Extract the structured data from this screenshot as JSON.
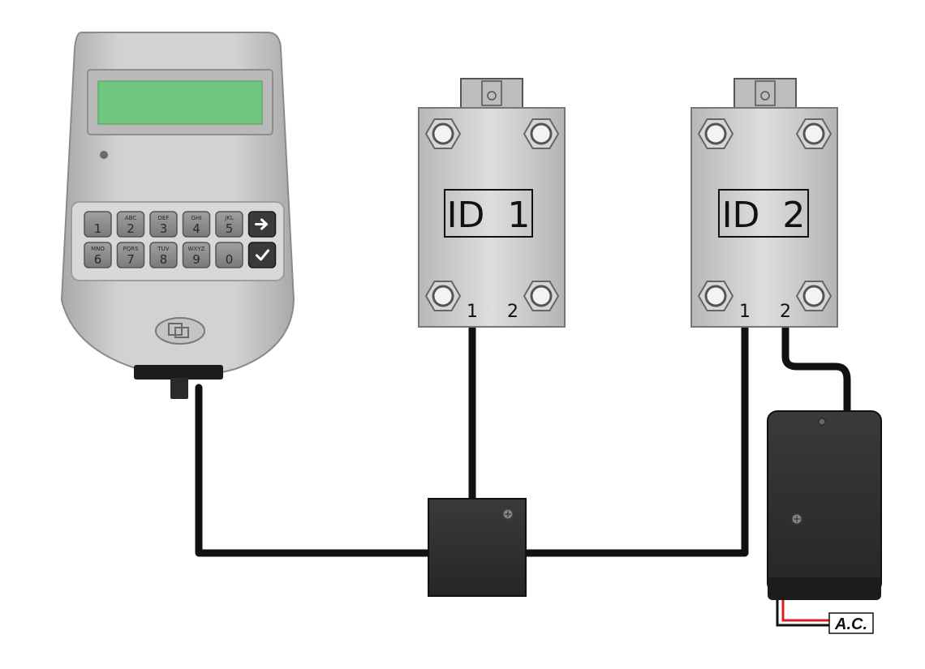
{
  "locks": [
    {
      "label": "ID  1",
      "terminals": [
        "1",
        "2"
      ]
    },
    {
      "label": "ID  2",
      "terminals": [
        "1",
        "2"
      ]
    }
  ],
  "power_label": "A.C.",
  "keypad": {
    "keys": [
      {
        "main": "1",
        "sub": ""
      },
      {
        "main": "2",
        "sub": "ABC"
      },
      {
        "main": "3",
        "sub": "DEF"
      },
      {
        "main": "4",
        "sub": "GHI"
      },
      {
        "main": "5",
        "sub": "JKL"
      },
      {
        "main": "6",
        "sub": "MNO"
      },
      {
        "main": "7",
        "sub": "PQRS"
      },
      {
        "main": "8",
        "sub": "TUV"
      },
      {
        "main": "9",
        "sub": "WXYZ"
      },
      {
        "main": "0",
        "sub": ""
      }
    ],
    "arrow_icon": "right-arrow-icon",
    "enter_icon": "checkmark-icon"
  },
  "colors": {
    "display": "#6fc67f",
    "housing": "#c9c9c9",
    "cable": "#111111",
    "box": "#2f2f2f",
    "ac_red": "#d62020"
  }
}
